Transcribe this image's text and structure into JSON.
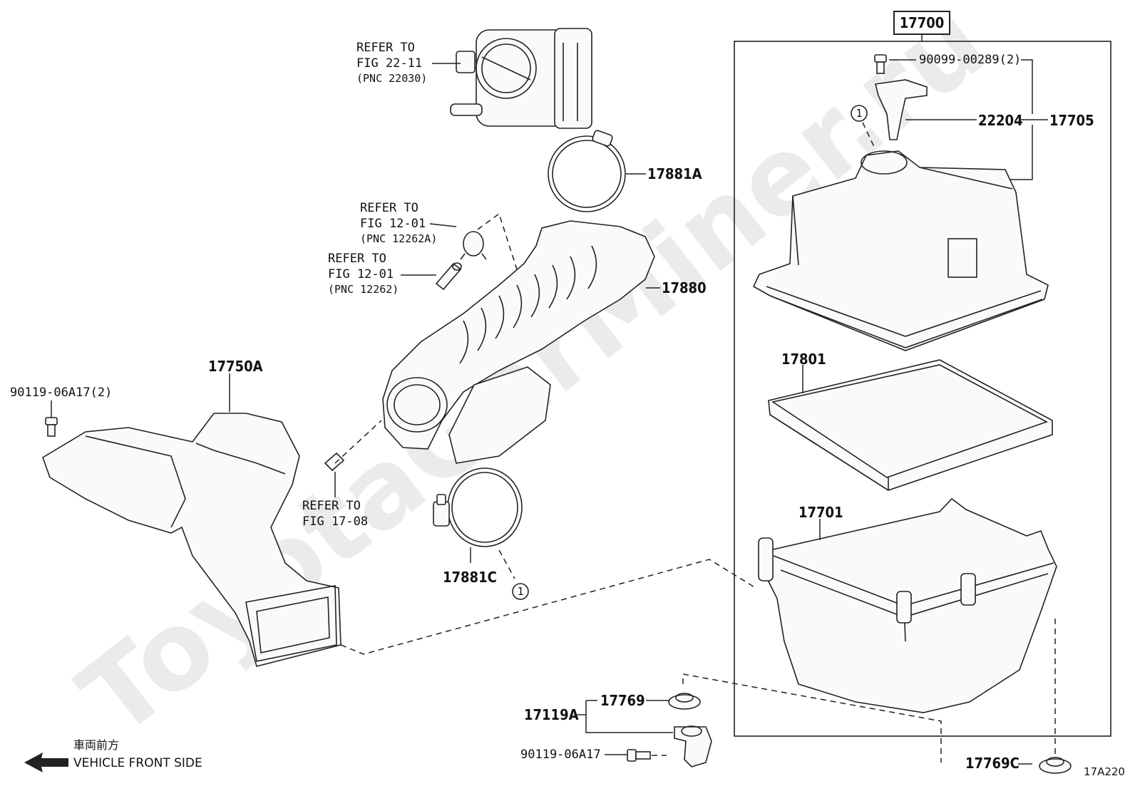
{
  "watermark": "ToyotaGarMiner.ru",
  "figure_code": "17A220",
  "assembly_label": "17700",
  "front_side": {
    "japanese": "車両前方",
    "english": "VEHICLE FRONT SIDE"
  },
  "references": [
    {
      "line1": "REFER TO",
      "line2": "FIG 22-11",
      "pnc": "(PNC 22030)"
    },
    {
      "line1": "REFER TO",
      "line2": "FIG 12-01",
      "pnc": "(PNC 12262A)"
    },
    {
      "line1": "REFER TO",
      "line2": "FIG 12-01",
      "pnc": "(PNC 12262)"
    },
    {
      "line1": "REFER TO",
      "line2": "FIG 17-08"
    }
  ],
  "parts": {
    "p90099": "90099-00289(2)",
    "p22204": "22204",
    "p17705": "17705",
    "p17881A": "17881A",
    "p17880": "17880",
    "p17801": "17801",
    "p17750A": "17750A",
    "p90119a": "90119-06A17(2)",
    "p17701": "17701",
    "p17881C": "17881C",
    "p17769": "17769",
    "p17119A": "17119A",
    "p90119b": "90119-06A17",
    "p17769C": "17769C"
  },
  "callout": "1"
}
